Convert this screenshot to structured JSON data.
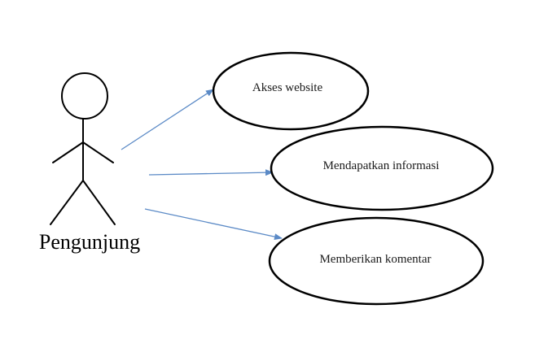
{
  "actor": {
    "name": "Pengunjung",
    "icon": "stick-figure"
  },
  "use_cases": [
    {
      "label": "Akses website"
    },
    {
      "label": "Mendapatkan informasi"
    },
    {
      "label": "Memberikan komentar"
    }
  ],
  "colors": {
    "arrow": "#5b8ac6",
    "outline": "#000000",
    "background": "#ffffff"
  }
}
